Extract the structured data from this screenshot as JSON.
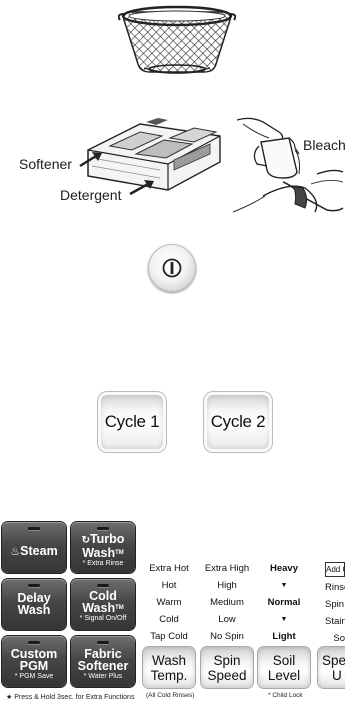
{
  "dispenser": {
    "softener_label": "Softener",
    "detergent_label": "Detergent",
    "bleach_label": "Bleach"
  },
  "cycles": {
    "cycle1_label": "Cycle 1",
    "cycle2_label": "Cycle 2"
  },
  "panel_buttons": {
    "steam": {
      "label": "Steam"
    },
    "turbo": {
      "line1": "Turbo",
      "line2": "Wash",
      "tm": "TM",
      "sub": "* Extra Rinse"
    },
    "delay": {
      "line1": "Delay",
      "line2": "Wash"
    },
    "cold": {
      "line1": "Cold",
      "line2": "Wash",
      "tm": "TM",
      "sub": "* Signal On/Off"
    },
    "custom": {
      "line1": "Custom",
      "line2": "PGM",
      "sub": "* PGM Save"
    },
    "fabric": {
      "line1": "Fabric",
      "line2": "Softener",
      "sub": "* Water Plus"
    }
  },
  "footnote": {
    "star": "★",
    "text": "Press & Hold 3sec. for Extra Functions"
  },
  "options": {
    "wash_temp": {
      "items": [
        "Extra Hot",
        "Hot",
        "Warm",
        "Cold",
        "Tap Cold"
      ],
      "button_line1": "Wash",
      "button_line2": "Temp.",
      "note": "(All Cold Rinses)"
    },
    "spin_speed": {
      "items": [
        "Extra High",
        "High",
        "Medium",
        "Low",
        "No Spin"
      ],
      "button_line1": "Spin",
      "button_line2": "Speed"
    },
    "soil_level": {
      "items": [
        "Heavy",
        "▼",
        "Normal",
        "▼",
        "Light"
      ],
      "button_line1": "Soil",
      "button_line2": "Level",
      "note": "* Child Lock"
    },
    "special": {
      "items": [
        "Add Ga",
        "Rinse",
        "Spin",
        "Stain",
        "So"
      ],
      "button_line1": "Spe",
      "button_line2": "U"
    }
  }
}
